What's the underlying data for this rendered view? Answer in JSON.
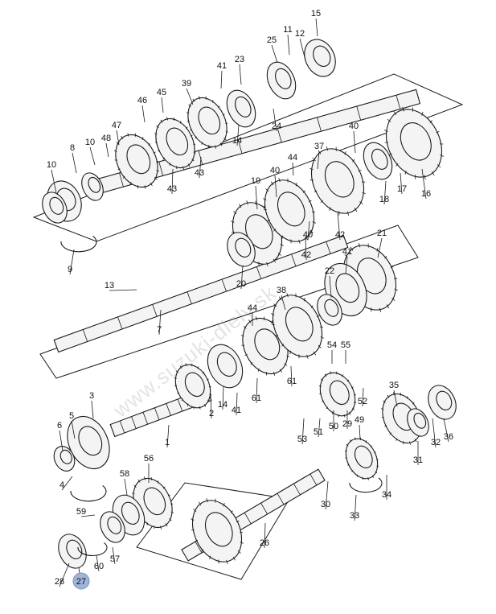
{
  "diagram": {
    "watermark": "www.suzuki-diely.sk",
    "highlighted_part": "27",
    "colors": {
      "line": "#1a1a1a",
      "highlight": "#9fb4d8",
      "watermark": "#cfcfcf"
    },
    "callouts": [
      "15",
      "11",
      "12",
      "25",
      "41",
      "23",
      "39",
      "45",
      "46",
      "47",
      "48",
      "8",
      "10",
      "10",
      "14",
      "43",
      "43",
      "24",
      "40",
      "44",
      "37",
      "19",
      "40",
      "40",
      "18",
      "17",
      "16",
      "42",
      "42",
      "9",
      "13",
      "20",
      "7",
      "21",
      "41",
      "22",
      "38",
      "44",
      "54",
      "55",
      "61",
      "61",
      "3",
      "14",
      "41",
      "2",
      "5",
      "6",
      "1",
      "52",
      "35",
      "50",
      "29",
      "49",
      "53",
      "51",
      "32",
      "36",
      "31",
      "4",
      "56",
      "58",
      "59",
      "34",
      "33",
      "30",
      "26",
      "28",
      "27",
      "60",
      "57"
    ]
  }
}
